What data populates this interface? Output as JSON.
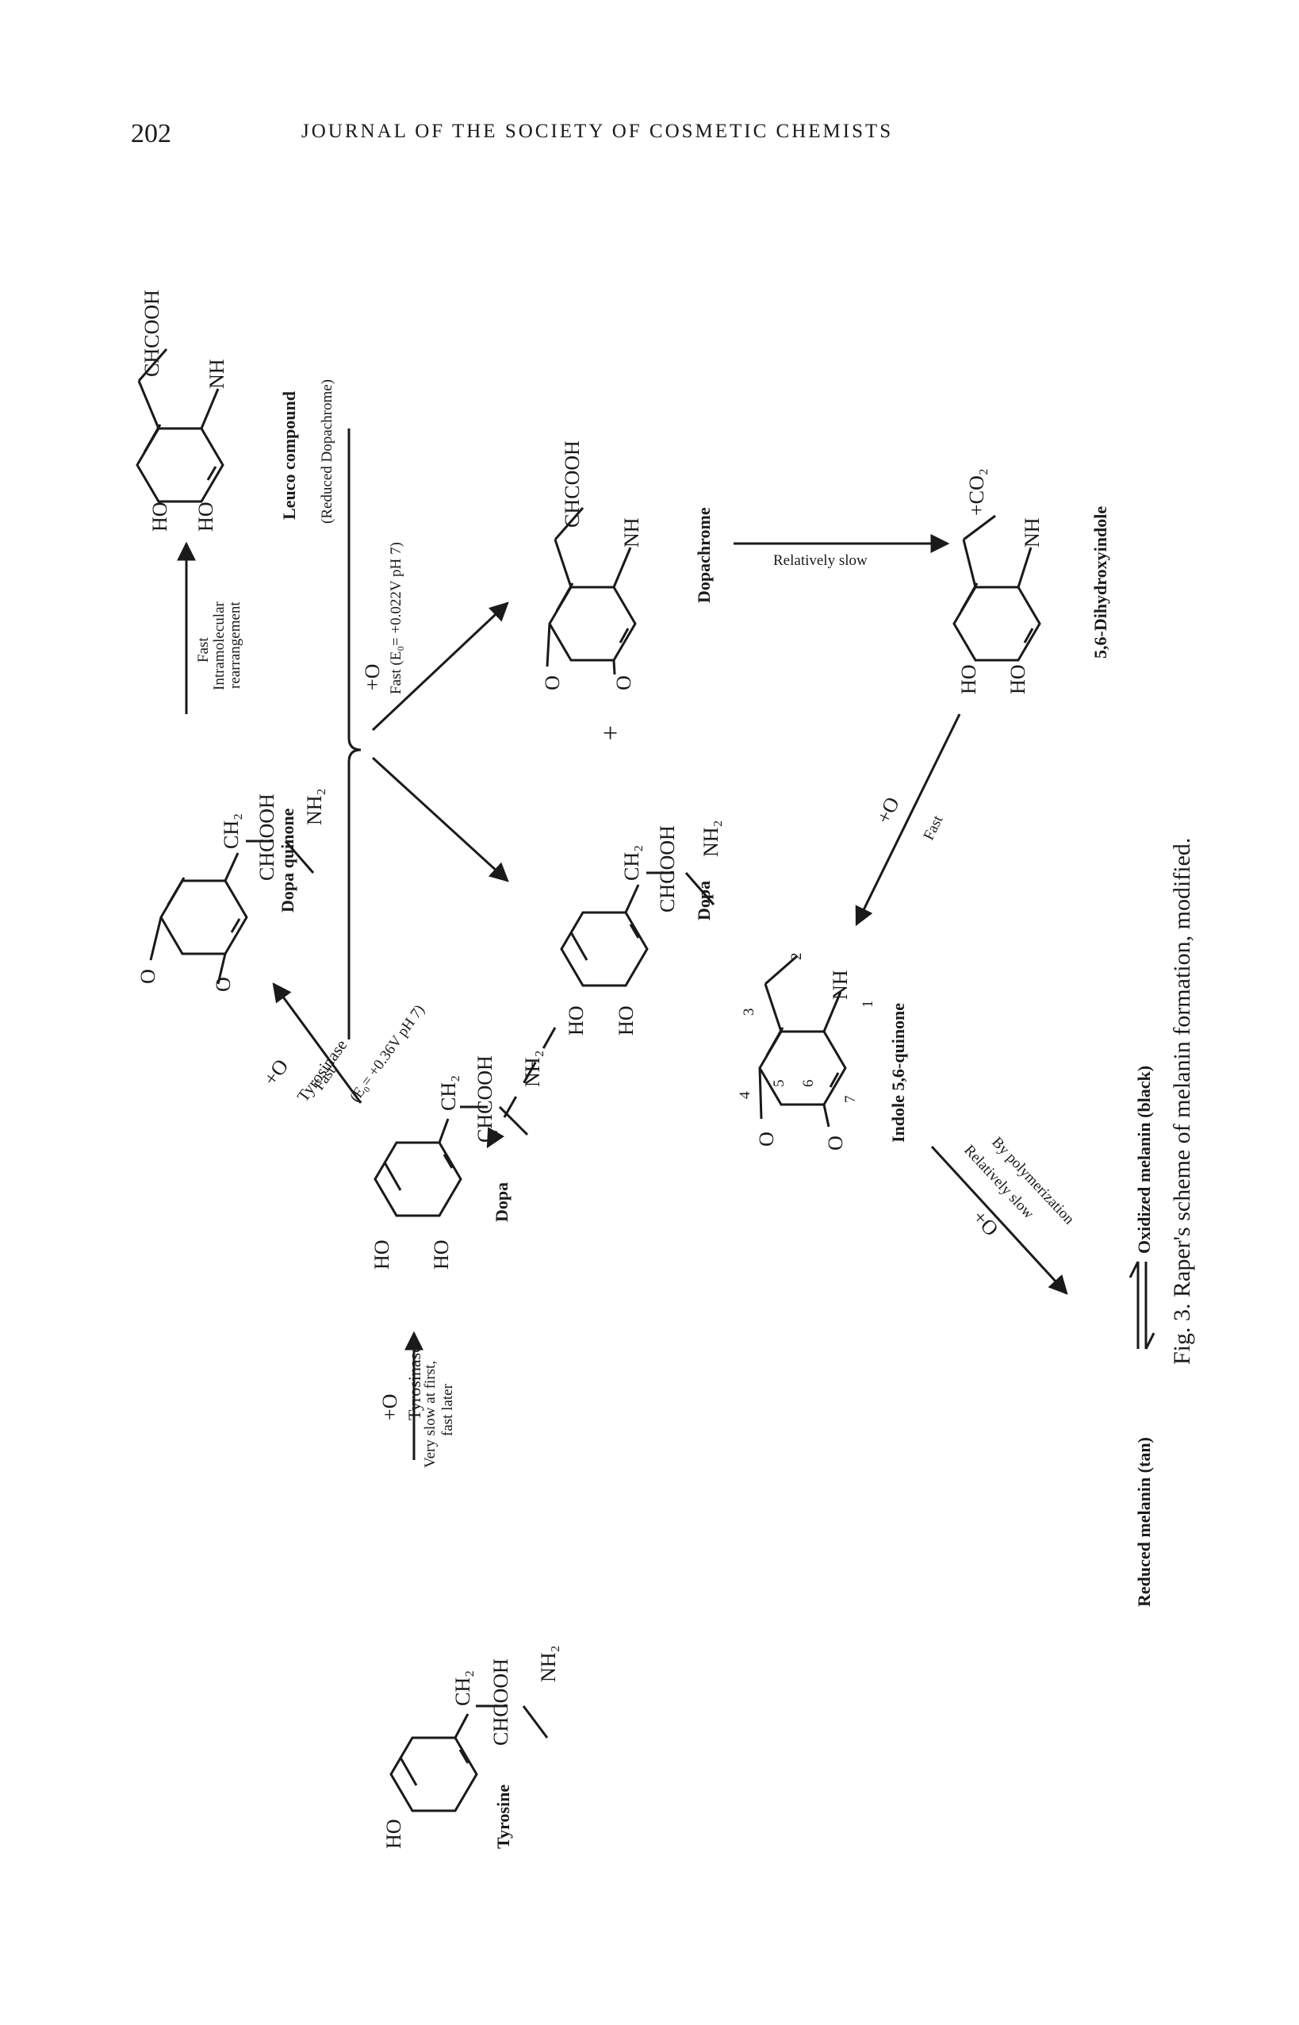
{
  "header": {
    "page_number": "202",
    "journal_title": "JOURNAL OF THE SOCIETY OF COSMETIC CHEMISTS"
  },
  "figure": {
    "caption": "Fig. 3.   Raper's scheme of melanin formation, modified.",
    "compounds": {
      "tyrosine": "Tyrosine",
      "dopa_left": "Dopa",
      "dopa_quinone": "Dopa quinone",
      "leuco_compound": "Leuco compound",
      "reduced_dopachrome": "(Reduced Dopachrome)",
      "dopa_center": "Dopa",
      "dopachrome": "Dopachrome",
      "dihydroxyindole": "5,6-Dihydroxyindole",
      "indole_quinone": "Indole 5,6-quinone",
      "reduced_melanin": "Reduced melanin (tan)",
      "oxidized_melanin": "Oxidized melanin (black)"
    },
    "atoms": {
      "ho": "HO",
      "o": "O",
      "ch2": "CH₂",
      "chcooh": "CHCOOH",
      "nh2": "NH₂",
      "nh": "NH",
      "co2": "+CO₂",
      "plus": "+"
    },
    "indole_numbers": [
      "1",
      "2",
      "3",
      "4",
      "5",
      "6",
      "7"
    ],
    "reactions": {
      "tyrosine_to_dopa": {
        "top": "+O",
        "middle": "Tyrosinase",
        "bottom1": "Very slow at first,",
        "bottom2": "fast later"
      },
      "dopa_to_quinone": {
        "top": "+O",
        "middle": "Tyrosinase",
        "fast": "Fast",
        "potential": "(E₀= +0.36V pH 7)"
      },
      "quinone_to_leuco": {
        "line1": "Fast",
        "line2": "Intramolecular",
        "line3": "rearrangement"
      },
      "redox": {
        "top": "+O",
        "bottom": "Fast (E₀= +0.022V pH 7)"
      },
      "dopachrome_to_indole": "Relatively slow",
      "indole_to_quinone": {
        "top": "+O",
        "bottom": "Fast"
      },
      "quinone_to_melanin": {
        "top": "+O",
        "middle": "Relatively slow",
        "bottom": "By polymerization"
      }
    }
  }
}
